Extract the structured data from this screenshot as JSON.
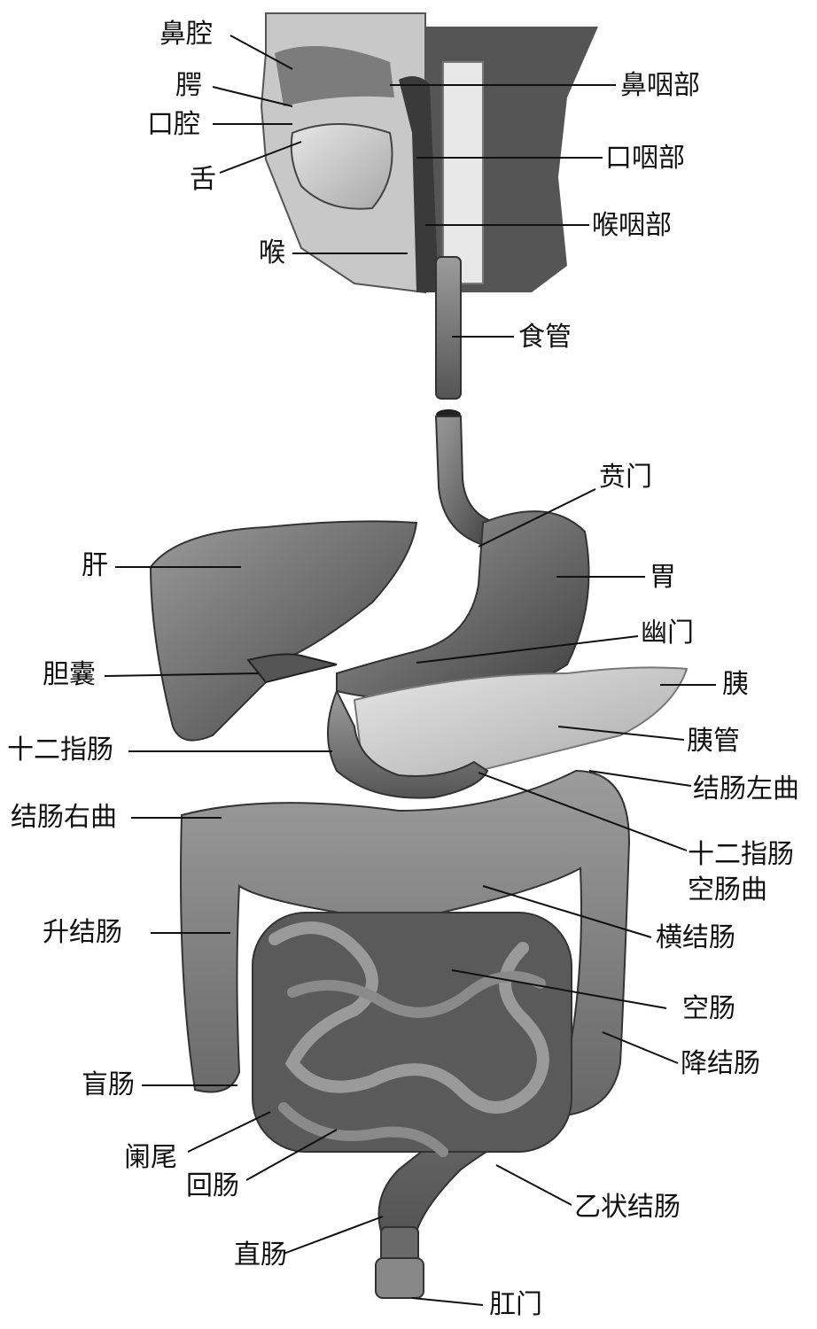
{
  "labels": {
    "bi_qiang": "鼻腔",
    "e": "腭",
    "kou_qiang": "口腔",
    "she": "舌",
    "hou": "喉",
    "bi_yan_bu": "鼻咽部",
    "kou_yan_bu": "口咽部",
    "hou_yan_bu": "喉咽部",
    "shi_guan": "食管",
    "ben_men": "贲门",
    "gan": "肝",
    "wei": "胃",
    "you_men": "幽门",
    "dan_nang": "胆囊",
    "yi": "胰",
    "yi_guan": "胰管",
    "shi_er_zhi_chang": "十二指肠",
    "jie_chang_zuo_qu": "结肠左曲",
    "jie_chang_you_qu": "结肠右曲",
    "shi_er_zhi_chang_kong_chang_qu_1": "十二指肠",
    "shi_er_zhi_chang_kong_chang_qu_2": "空肠曲",
    "sheng_jie_chang": "升结肠",
    "heng_jie_chang": "横结肠",
    "kong_chang": "空肠",
    "jiang_jie_chang": "降结肠",
    "mang_chang": "盲肠",
    "lan_wei": "阑尾",
    "hui_chang": "回肠",
    "yi_zhuang_jie_chang": "乙状结肠",
    "zhi_chang": "直肠",
    "gang_men": "肛门"
  }
}
